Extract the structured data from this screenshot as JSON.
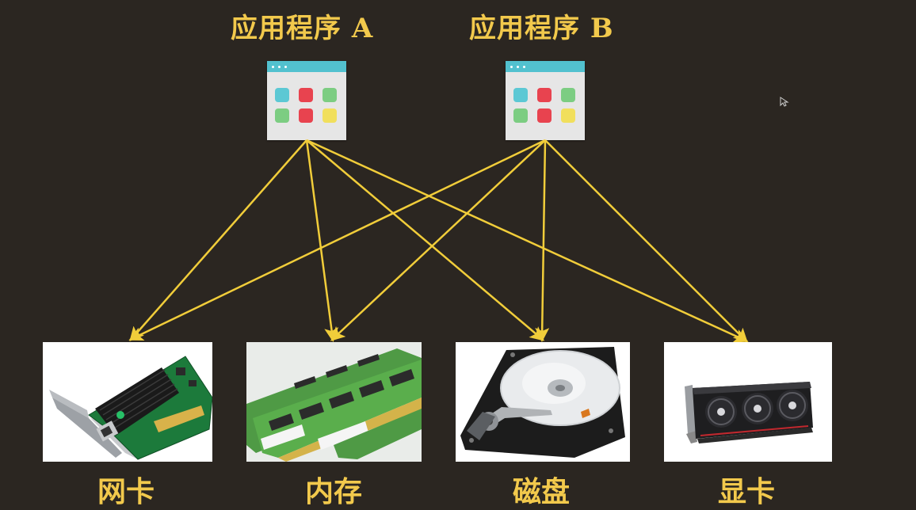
{
  "apps": [
    {
      "id": "a",
      "label": "应用程序 A"
    },
    {
      "id": "b",
      "label": "应用程序 B"
    }
  ],
  "hardware": [
    {
      "id": "nic",
      "label": "网卡",
      "icon": "network-card-image"
    },
    {
      "id": "ram",
      "label": "内存",
      "icon": "memory-module-image"
    },
    {
      "id": "disk",
      "label": "磁盘",
      "icon": "hard-disk-image"
    },
    {
      "id": "gpu",
      "label": "显卡",
      "icon": "graphics-card-image"
    }
  ],
  "colors": {
    "background": "#2b2621",
    "accent": "#f2c94c",
    "arrow": "#f1cd3a",
    "window_titlebar": "#52c1cf",
    "tile_cyan": "#5cc8d4",
    "tile_red": "#e8434f",
    "tile_green": "#7ccd82",
    "tile_yellow": "#f1df5c"
  }
}
